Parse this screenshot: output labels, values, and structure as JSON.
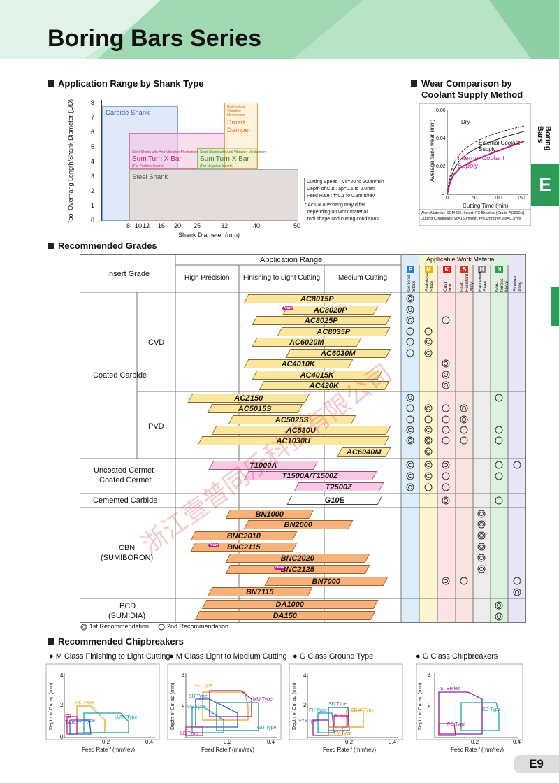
{
  "page": {
    "title": "Boring Bars Series",
    "side_label": "Boring Bars",
    "side_tab": "E",
    "page_number": "E9"
  },
  "s1": {
    "title": "Application Range by Shank Type",
    "ylabel": "Tool Overhang Length/Shank Diameter (L/D)",
    "xlabel": "Shank Diameter (mm)",
    "yticks": [
      "8",
      "7",
      "6",
      "5",
      "4",
      "3",
      "2",
      "1",
      "0"
    ],
    "xticks": [
      "8",
      "10",
      "12",
      "16",
      "20",
      "25",
      "32",
      "40",
      "50"
    ],
    "carbide": "Carbide Shank",
    "smart_small": "Built-in Anti-Vibration Mechanism",
    "smart": "Smart Damper",
    "sx_small_p": "Steel Shank with Anti-Vibration Mechanism",
    "sx_p": "SumiTurn X Bar",
    "sx_sub_p": "(For Positive Inserts)",
    "sx_small_n": "Steel Shank with Anti-Vibration Mechanism",
    "sx_n": "SumiTurn X Bar",
    "sx_sub_n": "(For Negative Inserts)",
    "steel": "Steel Shank",
    "cond": [
      "Cutting Speed : Vc=20 to 200m/min",
      "Depth of Cut   : ap=0.1 to 2.0mm",
      "Feed Rate        : f=0.1 to 0.3mm/rev"
    ],
    "note": [
      "* Actual overhang may differ",
      "  depending on work material,",
      "  tool shape and cutting conditions."
    ]
  },
  "s2": {
    "title": "Wear Comparison by Coolant Supply Method",
    "title1": "Wear Comparison by",
    "title2": "Coolant Supply Method",
    "ylabel": "Average flank wear (mm)",
    "xlabel": "Cutting Time (min)",
    "yticks": [
      "0.06",
      "0.04",
      "0.02",
      "0"
    ],
    "xticks": [
      "0",
      "50",
      "100",
      "150"
    ],
    "dry": "Dry",
    "ext": "External Coolant Supply",
    "int": "Internal Coolant Supply",
    "foot1": "Work Material: SCM435, Insert: FX Breaker (Grade AC610U)",
    "foot2": "Cutting Conditions: vc=150m/min, f=0.1mm/rev, ap=0.3mm"
  },
  "s3": {
    "title": "Recommended Grades",
    "h_insert": "Insert Grade",
    "h_app": "Application Range",
    "h_hp": "High Precision",
    "h_fl": "Finishing to Light Cutting",
    "h_mc": "Medium Cutting",
    "h_awm": "Applicable Work Material",
    "mats": [
      {
        "k": "P",
        "n": "General Steel",
        "c": "#2a7fd0"
      },
      {
        "k": "M",
        "n": "Stainless Steel",
        "c": "#e3b600"
      },
      {
        "k": "K",
        "n": "Cast Iron",
        "c": "#e02020"
      },
      {
        "k": "S",
        "n": "Heat-Resistant Alloy",
        "c": "#c23c2c"
      },
      {
        "k": "H",
        "n": "Hardened Steel",
        "c": "#888888"
      },
      {
        "k": "N",
        "n": "Non-ferrous Metal",
        "c": "#2aa050"
      },
      {
        "k": "",
        "n": "Sintered Alloy",
        "c": "#8080c0"
      }
    ],
    "groups": [
      "Coated Carbide",
      "CVD",
      "PVD",
      "Uncoated Cermet",
      "Coated Cermet",
      "Cemented Carbide",
      "CBN",
      "(SUMIBORON)",
      "PCD",
      "(SUMIDIA)"
    ],
    "grades": [
      "AC8015P",
      "AC8020P",
      "AC8025P",
      "AC8035P",
      "AC6020M",
      "AC6030M",
      "AC4010K",
      "AC4015K",
      "AC420K",
      "ACZ150",
      "AC5015S",
      "AC5025S",
      "AC530U",
      "AC1030U",
      "AC6040M",
      "T1000A",
      "T1500A/T1500Z",
      "T2500Z",
      "G10E",
      "BN1000",
      "BN2000",
      "BNC2010",
      "BNC2115",
      "BNC2020",
      "BNC2125",
      "BN7000",
      "BN7115",
      "DA1000",
      "DA150"
    ],
    "new": "New",
    "legend1": "1st Recommendation",
    "legend2": "2nd Recommendation"
  },
  "s4": {
    "title": "Recommended Chipbreakers",
    "c1": "M Class Finishing to Light Cutting",
    "c2": "M Class Light to Medium Cutting",
    "c3": "G Class Ground Type",
    "c4": "G Class Chipbreakers",
    "ylabel": "Depth of Cut ap (mm)",
    "xlabel": "Feed Rate f (mm/rev)",
    "yt": [
      "4",
      "2",
      "0"
    ],
    "xt": [
      "0.2",
      "0.4"
    ],
    "b1": [
      "FK Type",
      "LUW Type",
      "FB Type",
      "LU Type"
    ],
    "b2": [
      "SF Type",
      "SU Type",
      "US Type",
      "MU Type",
      "GU Type",
      "LB Type"
    ],
    "b3": [
      "SD Type",
      "FX Type",
      "W Type",
      "SDW Type",
      "FYS Type",
      "FY Type"
    ],
    "b4": [
      "SI Series",
      "SC Type",
      "FC Type"
    ]
  },
  "watermark": "浙江壹普同乐科技有限公司"
}
